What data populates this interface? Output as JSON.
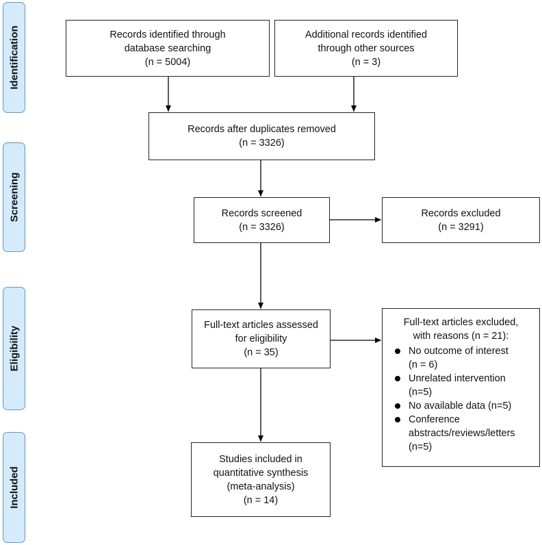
{
  "phases": {
    "identification": "Identification",
    "screening": "Screening",
    "eligibility": "Eligibility",
    "included": "Included"
  },
  "boxes": {
    "database": {
      "line1": "Records identified through",
      "line2": "database searching",
      "count": "(n = 5004)"
    },
    "other": {
      "line1": "Additional records identified",
      "line2": "through other sources",
      "count": "(n = 3)"
    },
    "duplicates": {
      "line1": "Records after duplicates removed",
      "count": "(n = 3326)"
    },
    "screened": {
      "line1": "Records screened",
      "count": "(n = 3326)"
    },
    "excluded": {
      "line1": "Records excluded",
      "count": "(n = 3291)"
    },
    "fulltext": {
      "line1": "Full-text articles assessed",
      "line2": "for eligibility",
      "count": "(n = 35)"
    },
    "fulltext_excluded": {
      "line1": "Full-text articles excluded,",
      "line2": "with reasons (n = 21):",
      "reasons": [
        {
          "a": "No outcome of interest",
          "b": "(n = 6)"
        },
        {
          "a": "Unrelated intervention",
          "b": "(n=5)"
        },
        {
          "a": "No available data (n=5)",
          "b": ""
        },
        {
          "a": "Conference",
          "b": "abstracts/reviews/letters",
          "c": "(n=5)"
        }
      ]
    },
    "included": {
      "line1": "Studies included in",
      "line2": "quantitative synthesis",
      "line3": "(meta-analysis)",
      "count": "(n = 14)"
    }
  }
}
